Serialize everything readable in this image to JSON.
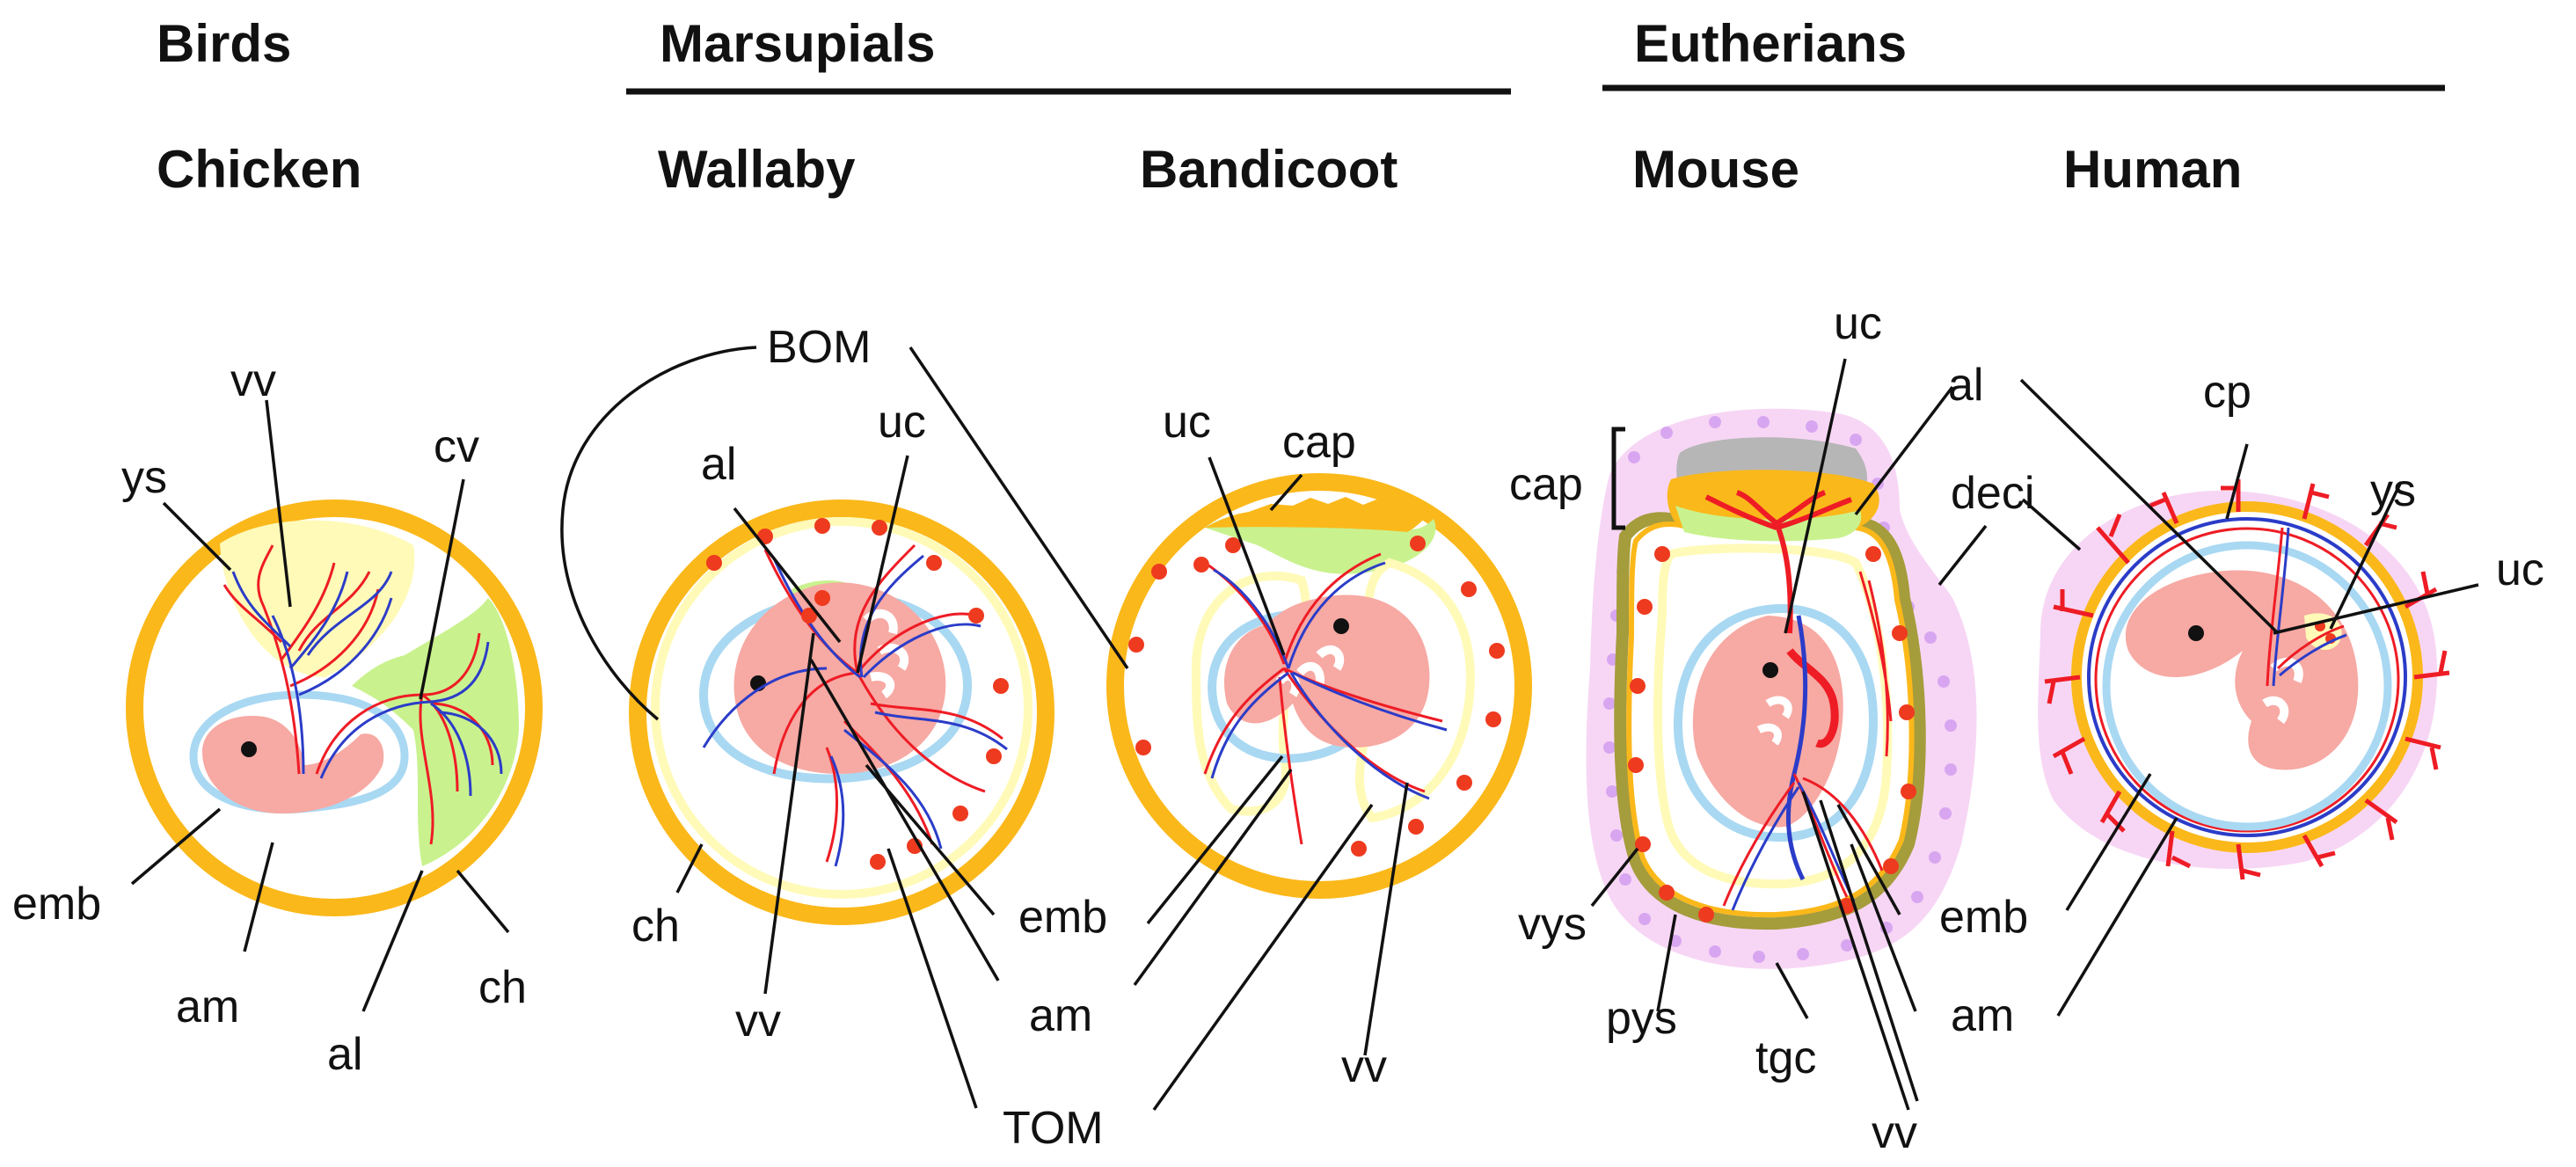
{
  "headers": {
    "birds": "Birds",
    "marsupials": "Marsupials",
    "eutherians": "Eutherians"
  },
  "species": {
    "chicken": "Chicken",
    "wallaby": "Wallaby",
    "bandicoot": "Bandicoot",
    "mouse": "Mouse",
    "human": "Human"
  },
  "labels": {
    "chicken": {
      "vv": "vv",
      "ys": "ys",
      "cv": "cv",
      "emb": "emb",
      "am": "am",
      "al": "al",
      "ch": "ch"
    },
    "wallaby": {
      "al": "al",
      "uc": "uc",
      "ch": "ch",
      "vv": "vv"
    },
    "shared": {
      "bom": "BOM",
      "tom": "TOM",
      "emb": "emb",
      "am": "am"
    },
    "bandicoot": {
      "uc": "uc",
      "cap": "cap",
      "vv": "vv"
    },
    "mouse": {
      "uc": "uc",
      "al": "al",
      "cap": "cap",
      "deci": "deci",
      "vys": "vys",
      "pys": "pys",
      "tgc": "tgc",
      "vv": "vv"
    },
    "human": {
      "cp": "cp",
      "ys": "ys",
      "uc": "uc",
      "emb": "emb",
      "am": "am"
    }
  },
  "colors": {
    "chorion": "#fbb81a",
    "embryo": "#f7a9a3",
    "amnion": "#a9d8f2",
    "yolk_sac": "#fffab8",
    "allantois": "#c9f28e",
    "artery": "#ee1c25",
    "vein": "#2b3cc8",
    "decidua": "#f7d6f5",
    "cap_grey": "#b6b6b6"
  }
}
